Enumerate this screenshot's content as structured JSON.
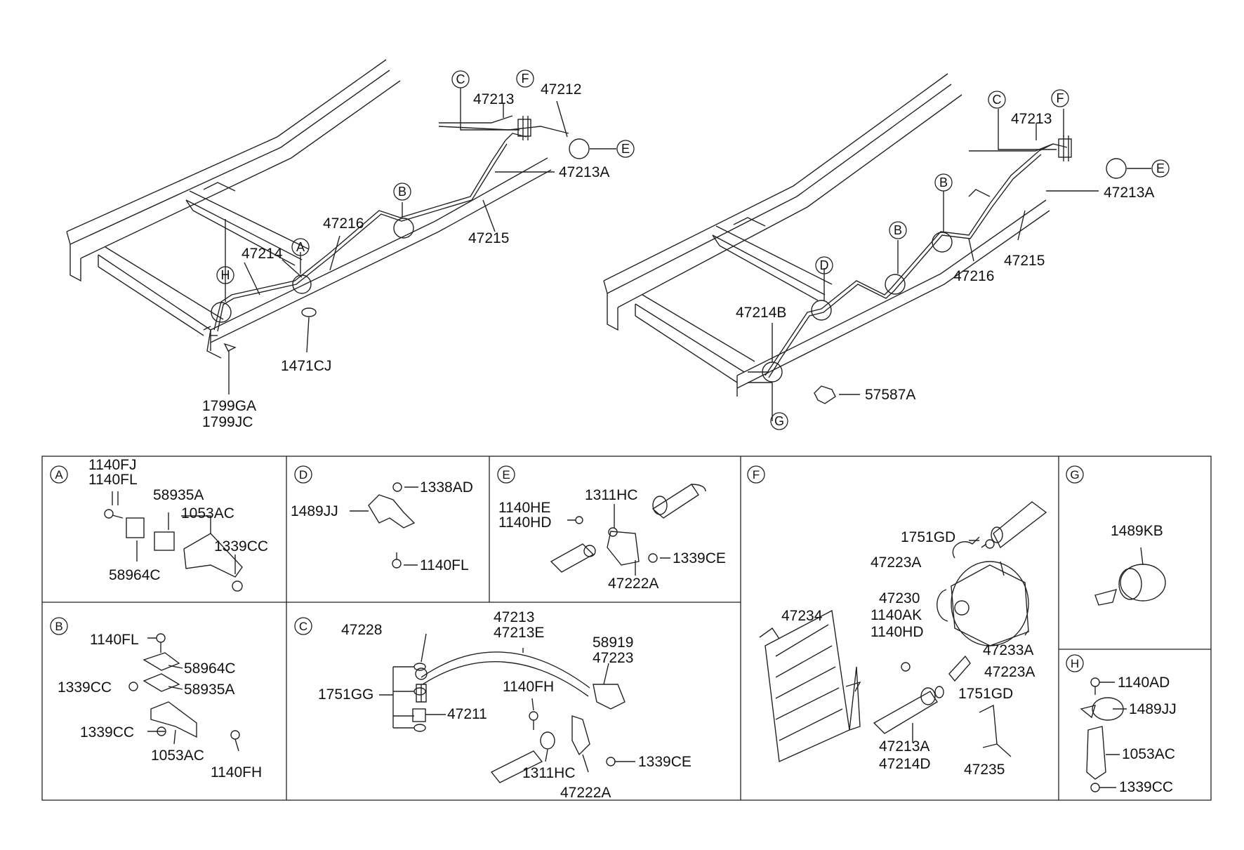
{
  "top_left": {
    "callouts": [
      "C",
      "F",
      "E",
      "B",
      "A",
      "H"
    ],
    "labels": [
      "47213",
      "47212",
      "47213A",
      "47216",
      "47215",
      "47214",
      "1471CJ",
      "1799GA",
      "1799JC"
    ]
  },
  "top_right": {
    "callouts": [
      "C",
      "F",
      "E",
      "B",
      "B",
      "D",
      "G"
    ],
    "labels": [
      "47213",
      "47213A",
      "47215",
      "47216",
      "47214B",
      "57587A"
    ]
  },
  "panels": {
    "A": {
      "letter": "A",
      "labels": [
        "1140FJ",
        "1140FL",
        "58935A",
        "1053AC",
        "1339CC",
        "58964C"
      ]
    },
    "D": {
      "letter": "D",
      "labels": [
        "1338AD",
        "1489JJ",
        "1140FL"
      ]
    },
    "E": {
      "letter": "E",
      "labels": [
        "1311HC",
        "1140HE",
        "1140HD",
        "1339CE",
        "47222A"
      ]
    },
    "F": {
      "letter": "F",
      "labels": [
        "1751GD",
        "47223A",
        "47230",
        "1140AK",
        "1140HD",
        "47234",
        "47233A",
        "47223A",
        "1751GD",
        "47213A",
        "47214D",
        "47235"
      ]
    },
    "G": {
      "letter": "G",
      "labels": [
        "1489KB"
      ]
    },
    "B": {
      "letter": "B",
      "labels": [
        "1140FL",
        "58964C",
        "1339CC",
        "58935A",
        "1339CC",
        "1053AC",
        "1140FH"
      ]
    },
    "C": {
      "letter": "C",
      "labels": [
        "47213",
        "47213E",
        "47228",
        "58919",
        "47223",
        "1751GG",
        "1140FH",
        "47211",
        "1311HC",
        "1339CE",
        "47222A"
      ]
    },
    "H": {
      "letter": "H",
      "labels": [
        "1140AD",
        "1489JJ",
        "1053AC",
        "1339CC"
      ]
    }
  }
}
